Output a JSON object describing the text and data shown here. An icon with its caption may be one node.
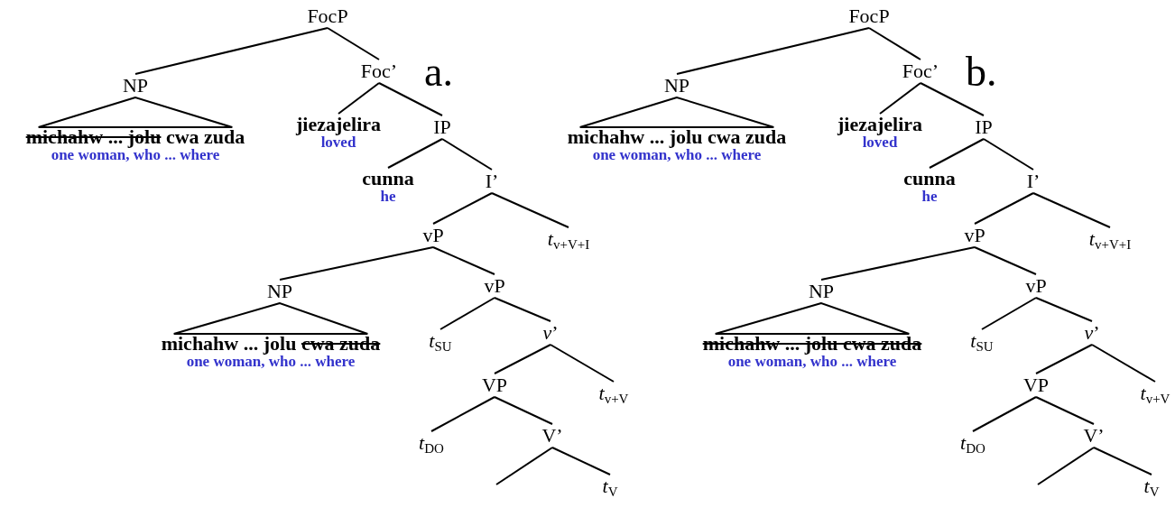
{
  "diagram": {
    "nodes": [
      {
        "text": [
          "FocP"
        ]
      },
      {
        "text": [
          "NP"
        ]
      },
      {
        "text": [
          "michahw ... jolu",
          "cwa zuda",
          "one woman, who ... where"
        ]
      },
      {
        "text": [
          "Foc’"
        ]
      },
      {
        "text": [
          "jiezajelira",
          "loved"
        ]
      },
      {
        "text": [
          "IP"
        ]
      },
      {
        "text": [
          "cunna",
          "he"
        ]
      },
      {
        "text": [
          "I’"
        ]
      },
      {
        "text": [
          "vP"
        ]
      },
      {
        "text": [
          "*t*$_{v+V+I}$"
        ]
      },
      {
        "text": [
          "NP"
        ]
      },
      {
        "text": [
          "michahw ... jolu",
          "cwa zuda",
          "one woman, who ... where"
        ]
      },
      {
        "text": [
          "vP"
        ]
      },
      {
        "text": [
          "*t*$_{SU}$"
        ]
      },
      {
        "text": [
          "*v*’"
        ]
      },
      {
        "text": [
          "VP"
        ]
      },
      {
        "text": [
          "*t*$_{v+V}$"
        ]
      },
      {
        "text": [
          "*t*$_{DO}$"
        ]
      },
      {
        "text": [
          "V’"
        ]
      },
      {
        "text": [
          "*t*$_{V}$"
        ]
      },
      {
        "text": [
          "FocP"
        ]
      },
      {
        "text": [
          "NP"
        ]
      },
      {
        "text": [
          "michahw ... jolu cwa zuda",
          "one woman, who ... where"
        ]
      },
      {
        "text": [
          "Foc’"
        ]
      },
      {
        "text": [
          "jiezajelira",
          "loved"
        ]
      },
      {
        "text": [
          "IP"
        ]
      },
      {
        "text": [
          "cunna",
          "he"
        ]
      },
      {
        "text": [
          "I’"
        ]
      },
      {
        "text": [
          "vP"
        ]
      },
      {
        "text": [
          "*t*$_{v+V+I}$"
        ]
      },
      {
        "text": [
          "NP"
        ]
      },
      {
        "text": [
          "michahw ... jolu cwa zuda",
          "one woman, who ... where"
        ]
      },
      {
        "text": [
          "vP"
        ]
      },
      {
        "text": [
          "*t*$_{SU}$"
        ]
      },
      {
        "text": [
          "*v*’"
        ]
      },
      {
        "text": [
          "VP"
        ]
      },
      {
        "text": [
          "*t*$_{v+V}$"
        ]
      },
      {
        "text": [
          "*t*$_{DO}$"
        ]
      },
      {
        "text": [
          "V’"
        ]
      },
      {
        "text": [
          "*t*$_{V}$"
        ]
      }
    ],
    "edges": [
      {
        "from": 0,
        "to": 1,
        "arrow": "none"
      },
      {
        "from": 0,
        "to": 3,
        "arrow": "none"
      },
      {
        "from": 1,
        "to": 2,
        "arrow": "none"
      },
      {
        "from": 3,
        "to": 4,
        "arrow": "none"
      },
      {
        "from": 3,
        "to": 5,
        "arrow": "none"
      },
      {
        "from": 5,
        "to": 6,
        "arrow": "none"
      },
      {
        "from": 5,
        "to": 7,
        "arrow": "none"
      },
      {
        "from": 7,
        "to": 8,
        "arrow": "none"
      },
      {
        "from": 7,
        "to": 9,
        "arrow": "none"
      },
      {
        "from": 8,
        "to": 10,
        "arrow": "none"
      },
      {
        "from": 8,
        "to": 12,
        "arrow": "none"
      },
      {
        "from": 10,
        "to": 11,
        "arrow": "none"
      },
      {
        "from": 12,
        "to": 13,
        "arrow": "none"
      },
      {
        "from": 12,
        "to": 14,
        "arrow": "none"
      },
      {
        "from": 14,
        "to": 15,
        "arrow": "none"
      },
      {
        "from": 14,
        "to": 16,
        "arrow": "none"
      },
      {
        "from": 15,
        "to": 17,
        "arrow": "none"
      },
      {
        "from": 15,
        "to": 18,
        "arrow": "none"
      },
      {
        "from": 18,
        "to": null,
        "arrow": "none"
      },
      {
        "from": 18,
        "to": 19,
        "arrow": "none"
      },
      {
        "from": 20,
        "to": 21,
        "arrow": "none"
      },
      {
        "from": 20,
        "to": 23,
        "arrow": "none"
      },
      {
        "from": 21,
        "to": 22,
        "arrow": "none"
      },
      {
        "from": 23,
        "to": 24,
        "arrow": "none"
      },
      {
        "from": 23,
        "to": 25,
        "arrow": "none"
      },
      {
        "from": 25,
        "to": 26,
        "arrow": "none"
      },
      {
        "from": 25,
        "to": 27,
        "arrow": "none"
      },
      {
        "from": 27,
        "to": 28,
        "arrow": "none"
      },
      {
        "from": 27,
        "to": 29,
        "arrow": "none"
      },
      {
        "from": 28,
        "to": 30,
        "arrow": "none"
      },
      {
        "from": 28,
        "to": 32,
        "arrow": "none"
      },
      {
        "from": 30,
        "to": 31,
        "arrow": "none"
      },
      {
        "from": 32,
        "to": 33,
        "arrow": "none"
      },
      {
        "from": 32,
        "to": 34,
        "arrow": "none"
      },
      {
        "from": 34,
        "to": 35,
        "arrow": "none"
      },
      {
        "from": 34,
        "to": 36,
        "arrow": "none"
      },
      {
        "from": 35,
        "to": 37,
        "arrow": "none"
      },
      {
        "from": 35,
        "to": 38,
        "arrow": "none"
      },
      {
        "from": 38,
        "to": null,
        "arrow": "none"
      },
      {
        "from": 38,
        "to": 39,
        "arrow": "none"
      }
    ],
    "labels": [
      "a.",
      "b."
    ]
  }
}
